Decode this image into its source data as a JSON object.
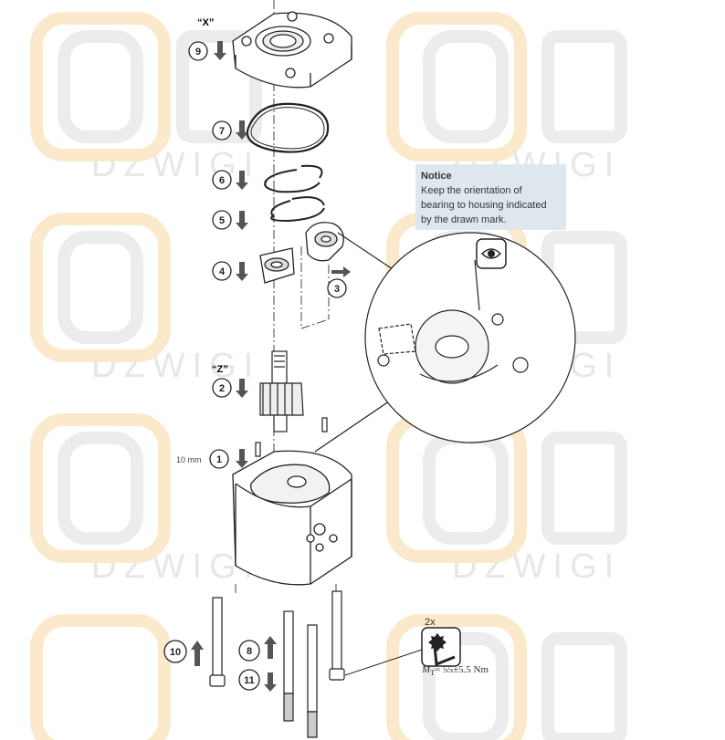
{
  "watermark": {
    "brand": "OK",
    "sub": "DZWIGI"
  },
  "notice": {
    "title": "Notice",
    "lines": [
      "Keep the orientation of",
      "bearing to housing indicated",
      "by the drawn mark."
    ]
  },
  "labels": {
    "x_marker": "“X”",
    "z_marker": "“Z”",
    "dimension": "10 mm"
  },
  "steps": [
    {
      "n": "9",
      "dir": "down"
    },
    {
      "n": "7",
      "dir": "down"
    },
    {
      "n": "6",
      "dir": "down"
    },
    {
      "n": "5",
      "dir": "down"
    },
    {
      "n": "4",
      "dir": "down"
    },
    {
      "n": "3",
      "dir": "right"
    },
    {
      "n": "2",
      "dir": "down"
    },
    {
      "n": "1",
      "dir": "down"
    },
    {
      "n": "10",
      "dir": "up"
    },
    {
      "n": "8",
      "dir": "up"
    },
    {
      "n": "11",
      "dir": "down"
    }
  ],
  "tool": {
    "count": "2x",
    "torque_symbol": "M",
    "torque_subscript": "T",
    "torque_value": "= 55±5.5 Nm",
    "icons": [
      "torx-icon",
      "hex-key-icon",
      "eye-icon"
    ]
  },
  "colors": {
    "line": "#222222",
    "notice_bg": "#dfe7ee",
    "watermark": "#e9e9e9",
    "watermark_accent": "#fbe6c4"
  }
}
